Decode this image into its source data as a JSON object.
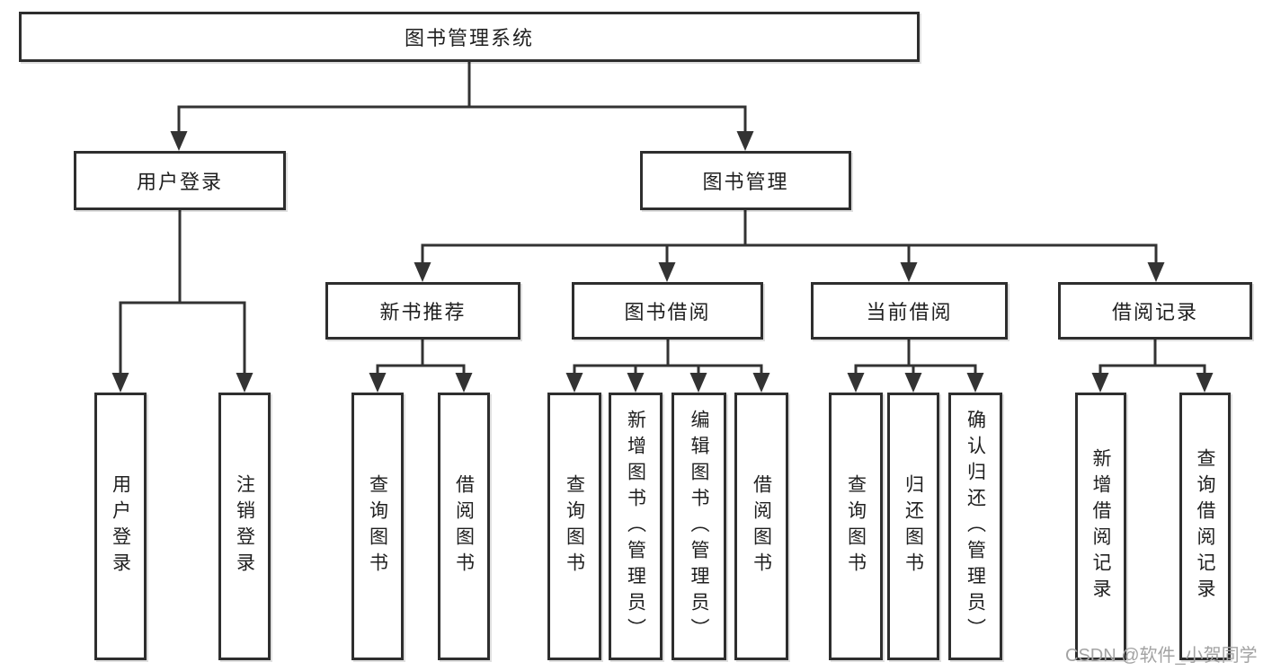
{
  "diagram": {
    "type": "tree",
    "root": {
      "label": "图书管理系统"
    },
    "children": [
      {
        "label": "用户登录",
        "children": [
          {
            "label": "用户登录"
          },
          {
            "label": "注销登录"
          }
        ]
      },
      {
        "label": "图书管理",
        "children": [
          {
            "label": "新书推荐",
            "children": [
              {
                "label": "查询图书"
              },
              {
                "label": "借阅图书"
              }
            ]
          },
          {
            "label": "图书借阅",
            "children": [
              {
                "label": "查询图书"
              },
              {
                "label": "新增图书（管理员）"
              },
              {
                "label": "编辑图书（管理员）"
              },
              {
                "label": "借阅图书"
              }
            ]
          },
          {
            "label": "当前借阅",
            "children": [
              {
                "label": "查询图书"
              },
              {
                "label": "归还图书"
              },
              {
                "label": "确认归还（管理员）"
              }
            ]
          },
          {
            "label": "借阅记录",
            "children": [
              {
                "label": "新增借阅记录"
              },
              {
                "label": "查询借阅记录"
              }
            ]
          }
        ]
      }
    ]
  },
  "watermark": "CSDN @软件_小贺同学",
  "colors": {
    "line": "#333333",
    "box_border": "#2e2e2e",
    "text": "#1f1f1f",
    "watermark": "#a3a3a3",
    "background": "#ffffff"
  }
}
